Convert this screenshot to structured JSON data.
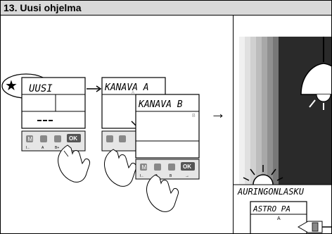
{
  "header": {
    "title": "13. Uusi ohjelma"
  },
  "left_panel": {
    "star_symbol": "★",
    "screen1": {
      "text": "UUSI",
      "buttons": [
        "M",
        "",
        "",
        "OK"
      ],
      "button_captions": [
        "I←",
        "A",
        "B+",
        ""
      ]
    },
    "screen2": {
      "text": "KANAVA A",
      "sublabel": "A"
    },
    "screen3": {
      "text": "KANAVA B",
      "sublabel": "B",
      "buttons": [
        "M",
        "",
        "",
        "OK"
      ],
      "button_captions": [
        "I←",
        "A",
        "B",
        "→"
      ]
    },
    "arrow_right": "→"
  },
  "right_panel": {
    "sunset_label": "AURINGONLASKU",
    "astro_screen": {
      "text": "ASTRO PA",
      "sublabel": "A"
    }
  },
  "colors": {
    "header_bg": "#d9d9d9",
    "dark_panel": "#2a2a2a",
    "ok_button": "#555555"
  }
}
